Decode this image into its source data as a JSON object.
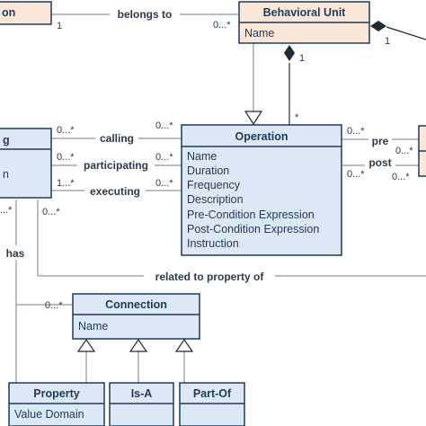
{
  "colors": {
    "blue_fill": "#dce8f5",
    "blue_stroke": "#1f3a5c",
    "peach_fill": "#fbe7d7",
    "peach_stroke": "#1f3a5c"
  },
  "boxes": {
    "top_left": {
      "title": "on"
    },
    "behavioral_unit": {
      "title": "Behavioral Unit",
      "attrs": [
        "Name"
      ]
    },
    "left_mid": {
      "title": "g",
      "attrs": [
        "n"
      ]
    },
    "operation": {
      "title": "Operation",
      "attrs": [
        "Name",
        "Duration",
        "Frequency",
        "Description",
        "Pre-Condition Expression",
        "Post-Condition Expression",
        "Instruction"
      ]
    },
    "connection": {
      "title": "Connection",
      "attrs": [
        "Name"
      ]
    },
    "property": {
      "title": "Property",
      "attrs": [
        "Value Domain"
      ]
    },
    "is_a": {
      "title": "Is-A"
    },
    "part_of": {
      "title": "Part-Of"
    }
  },
  "associations": {
    "belongs_to": "belongs to",
    "calling": "calling",
    "participating": "participating",
    "executing": "executing",
    "has": "has",
    "related_to_property_of": "related to property of",
    "pre": "pre",
    "post": "post"
  },
  "multiplicities": {
    "belongs_left": "1",
    "belongs_right": "0...*",
    "bu_right": "1",
    "bu_down": "1",
    "op_top": "*",
    "calling_left": "0...*",
    "calling_right": "0...*",
    "participating_left": "0...*",
    "participating_right": "0...*",
    "executing_left": "1...*",
    "executing_right": "0...*",
    "left_bottom_a": "...*",
    "left_bottom_b": "0...*",
    "connection_left": "0...*",
    "pre_left": "0...*",
    "pre_right": "0...*",
    "post_left": "0...*",
    "post_right": "0...*"
  }
}
